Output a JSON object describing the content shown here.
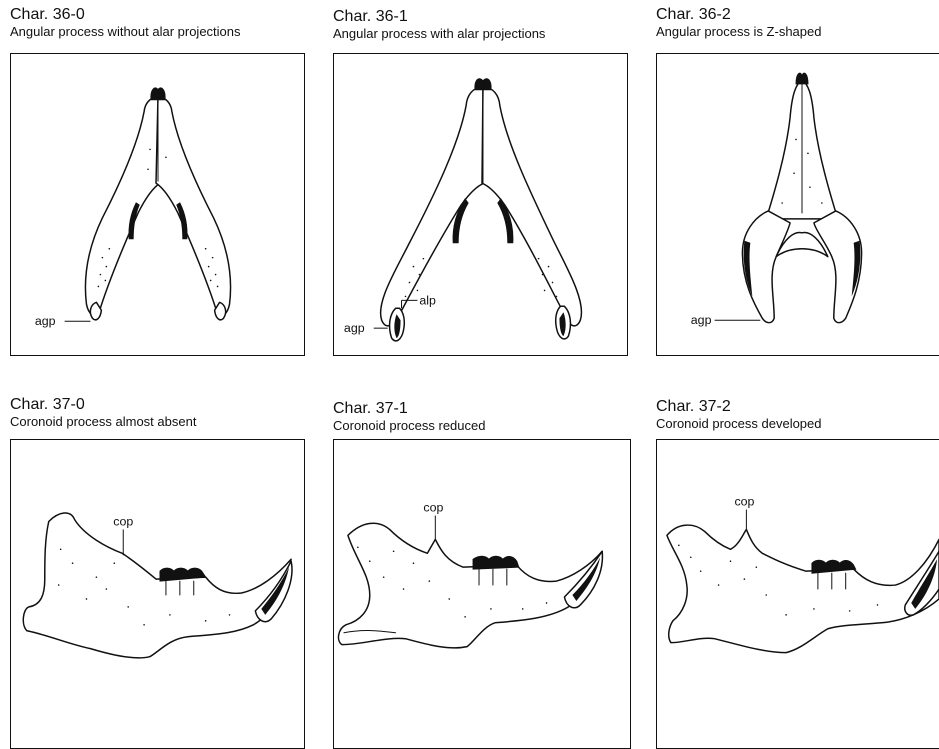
{
  "panels": [
    {
      "title": "Char. 36-0",
      "caption": "Angular process without alar projections",
      "labels": [
        "agp"
      ]
    },
    {
      "title": "Char. 36-1",
      "caption": "Angular process with alar projections",
      "labels": [
        "alp",
        "agp"
      ]
    },
    {
      "title": "Char. 36-2",
      "caption": "Angular process is Z-shaped",
      "labels": [
        "agp"
      ]
    },
    {
      "title": "Char. 37-0",
      "caption": "Coronoid process almost absent",
      "labels": [
        "cop"
      ]
    },
    {
      "title": "Char. 37-1",
      "caption": "Coronoid process reduced",
      "labels": [
        "cop"
      ]
    },
    {
      "title": "Char. 37-2",
      "caption": "Coronoid process developed",
      "labels": [
        "cop"
      ]
    }
  ]
}
